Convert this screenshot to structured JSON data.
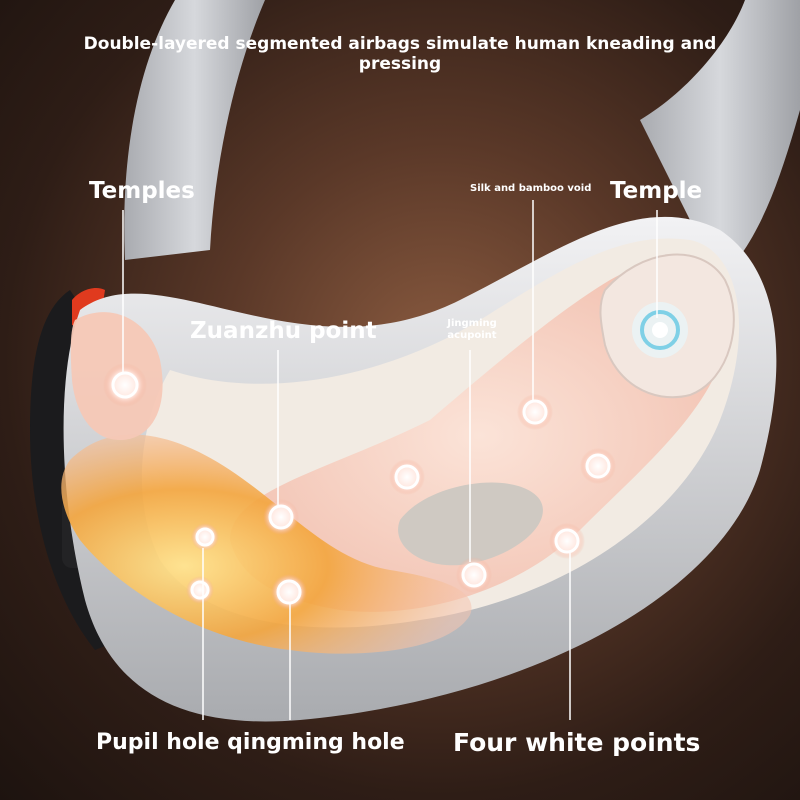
{
  "headline": "Double-layered segmented airbags simulate human kneading and pressing",
  "labels": {
    "temples": "Temples",
    "temple": "Temple",
    "silk_bamboo": "Silk and bamboo void",
    "zuanzhu": "Zuanzhu point",
    "jingming": "Jingming acupoint",
    "pupil_qingming": "Pupil hole qingming hole",
    "four_white": "Four white points"
  },
  "colors": {
    "strap": "#c9cbcf",
    "shell": "#dcdde0",
    "glow_warm": "#f3b34a",
    "glow_pink": "#f7c7b8",
    "button_red": "#e03a1e"
  }
}
